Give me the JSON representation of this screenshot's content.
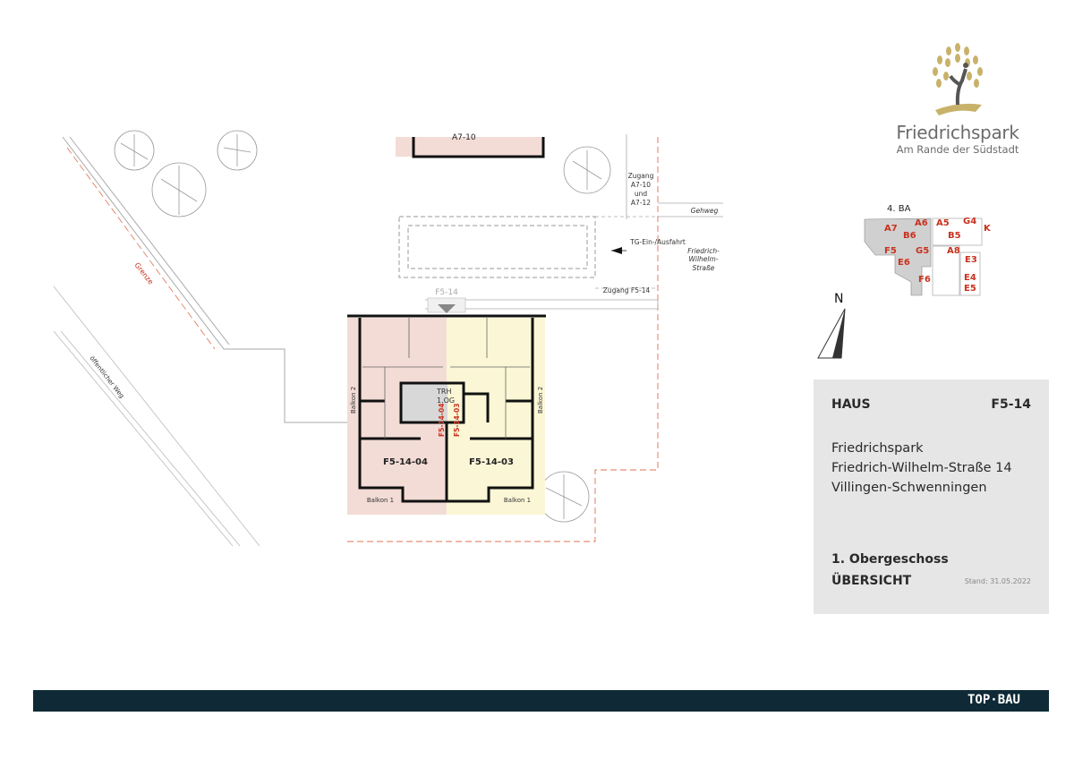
{
  "logo": {
    "title": "Friedrichspark",
    "subtitle": "Am Rande der Südstadt"
  },
  "plan": {
    "top_building_label": "A7-10",
    "zugang_a7": [
      "Zugang",
      "A7-10",
      "und",
      "A7-12"
    ],
    "gehweg": "Gehweg",
    "tg": "TG-Ein-/Ausfahrt",
    "street": [
      "Friedrich-",
      "Wilhelm-",
      "Straße"
    ],
    "entrance_label": "F5-14",
    "zugang_f5": "Zugang F5-14",
    "grenze": "Grenze",
    "weg": "öffentlicher Weg",
    "trh": [
      "TRH",
      "1.OG"
    ],
    "unit_left": "F5-14-04",
    "unit_right": "F5-14-03",
    "balkon1": "Balkon 1",
    "balkon2": "Balkon 2",
    "colors": {
      "left_unit": "#f3dcd6",
      "right_unit": "#fbf7d6",
      "accent_red": "#c8321e"
    }
  },
  "keymap": {
    "title": "4. BA",
    "labels": [
      "A7",
      "A6",
      "A5",
      "G4",
      "K",
      "B6",
      "B5",
      "F5",
      "G5",
      "A8",
      "E6",
      "E3",
      "F6",
      "E4",
      "E5"
    ],
    "north": "N"
  },
  "info": {
    "haus_label": "HAUS",
    "haus_id": "F5-14",
    "address": [
      "Friedrichspark",
      "Friedrich-Wilhelm-Straße 14",
      "Villingen-Schwenningen"
    ],
    "floor": "1. Obergeschoss",
    "view": "ÜBERSICHT",
    "stand": "Stand: 31.05.2022"
  },
  "footer": {
    "brand": "TOP·BAU"
  }
}
